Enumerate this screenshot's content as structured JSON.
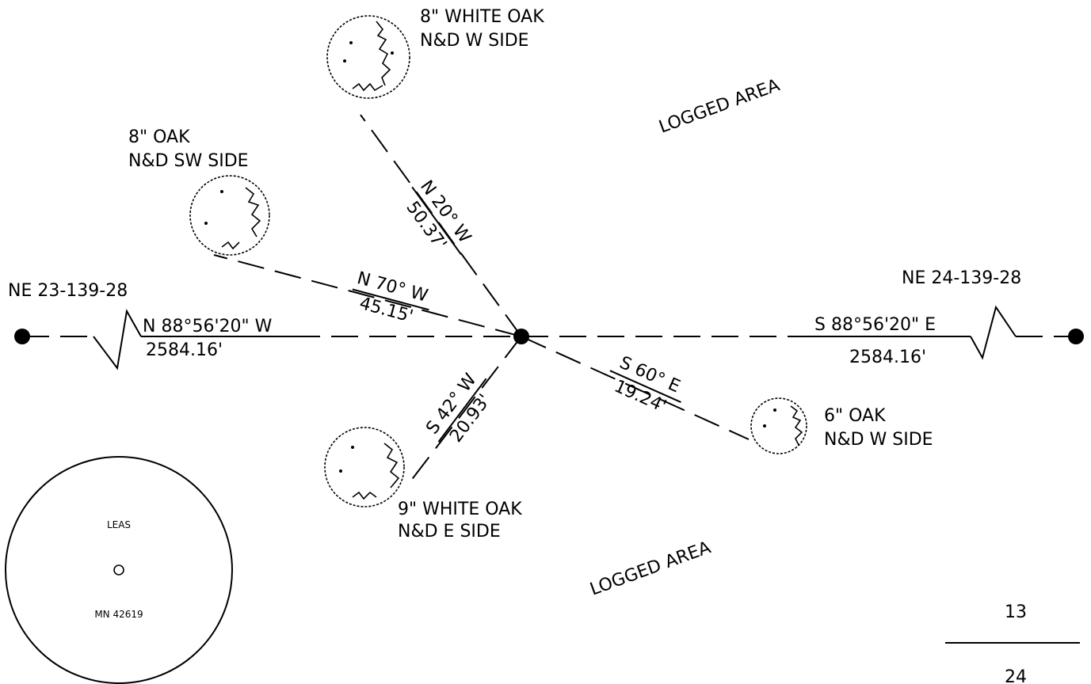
{
  "diagram": {
    "trees": {
      "nw_tree_line1": "8\" WHITE OAK",
      "nw_tree_line2": "N&D W SIDE",
      "w_tree_line1": "8\" OAK",
      "w_tree_line2": "N&D SW SIDE",
      "sw_tree_line1": "9\" WHITE OAK",
      "sw_tree_line2": "N&D E SIDE",
      "se_tree_line1": "6\" OAK",
      "se_tree_line2": "N&D W SIDE"
    },
    "bearings": {
      "nw_bearing": "N 20° W",
      "nw_distance": "50.37'",
      "w_bearing": "N 70° W",
      "w_distance": "45.15'",
      "sw_bearing": "S 42° W",
      "sw_distance": "20.93'",
      "se_bearing": "S 60° E",
      "se_distance": "19.24'"
    },
    "section_line": {
      "west_corner": "NE 23-139-28",
      "west_bearing": "N 88°56'20\" W",
      "west_distance": "2584.16'",
      "east_corner": "NE 24-139-28",
      "east_bearing": "S 88°56'20\" E",
      "east_distance": "2584.16'"
    },
    "areas": {
      "north": "LOGGED AREA",
      "south": "LOGGED AREA"
    },
    "monument": {
      "top_text": "LEAS",
      "symbol": "O",
      "bottom_text": "MN 42619"
    },
    "section_fraction": {
      "numerator": "13",
      "denominator": "24"
    }
  }
}
